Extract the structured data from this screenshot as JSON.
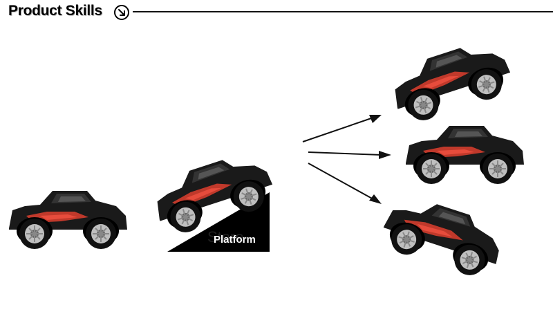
{
  "header": {
    "title": "Product Skills",
    "icon": "circled-arrow-down-right-icon"
  },
  "platform": {
    "label": "Platform",
    "watermark": "Store"
  },
  "colors": {
    "car_body": "#1a1a1a",
    "car_accent": "#c0392b",
    "ramp": "#000000",
    "arrow": "#111111"
  }
}
